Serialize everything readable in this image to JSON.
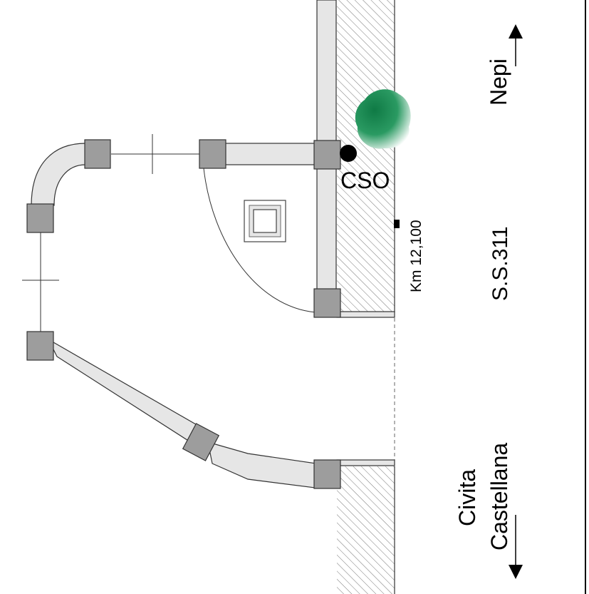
{
  "labels": {
    "cso": "CSO",
    "km": "Km 12,100",
    "road": "S.S.311",
    "north_town": "Nepi",
    "south_town_line1": "Civita",
    "south_town_line2": "Castellana"
  },
  "colors": {
    "wall_fill": "#e6e6e6",
    "post_fill": "#9d9d9d",
    "tree_fill": "#1e8a55",
    "outline": "#333333"
  }
}
